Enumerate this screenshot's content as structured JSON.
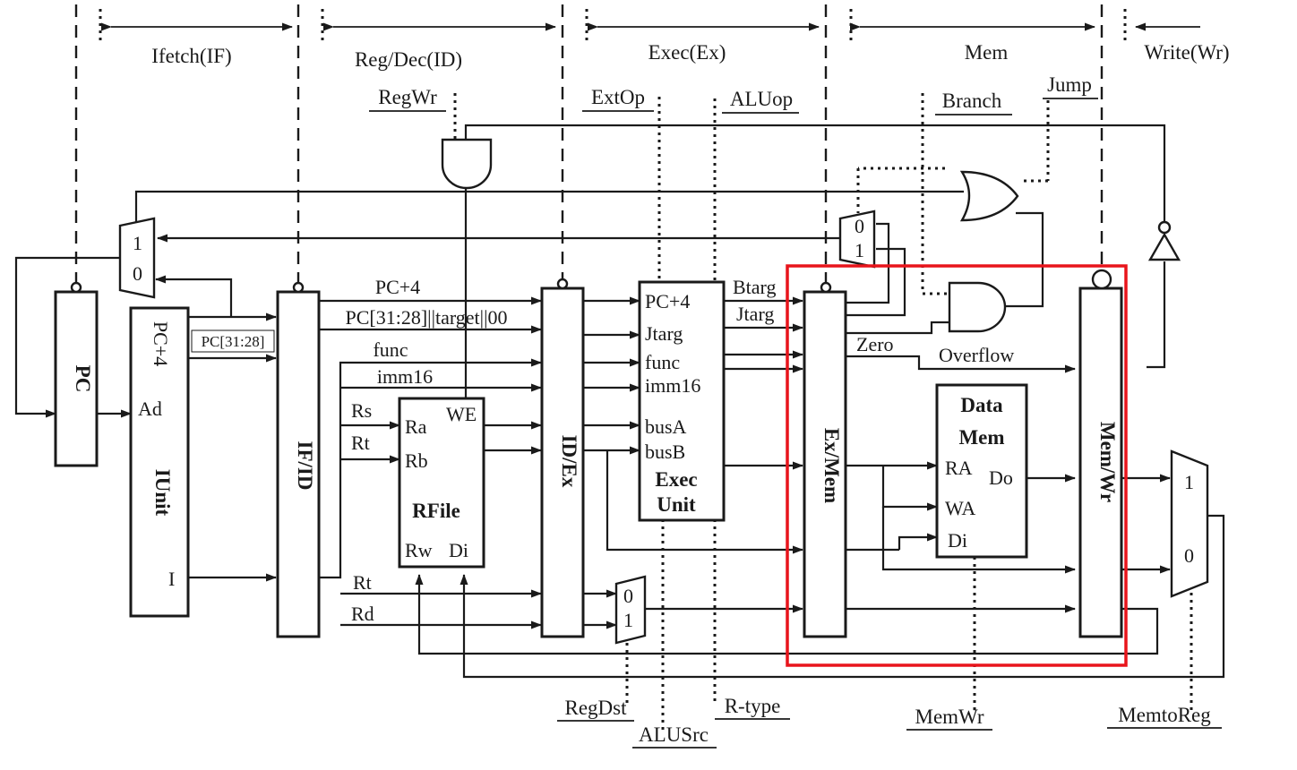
{
  "stages": [
    "Ifetch(IF)",
    "Reg/Dec(ID)",
    "Exec(Ex)",
    "Mem",
    "Write(Wr)"
  ],
  "control_signals": {
    "top": [
      "RegWr",
      "ExtOp",
      "ALUop",
      "Branch",
      "Jump"
    ],
    "bottom": [
      "RegDst",
      "ALUSrc",
      "R-type",
      "MemWr",
      "MemtoReg"
    ]
  },
  "pipeline_registers": [
    "PC",
    "IF/ID",
    "ID/Ex",
    "Ex/Mem",
    "Mem/Wr"
  ],
  "iunit": {
    "name": "IUnit",
    "ports": [
      "PC+4",
      "Ad",
      "I"
    ]
  },
  "rfile": {
    "name": "RFile",
    "ports": [
      "Ra",
      "Rb",
      "Rw",
      "Di",
      "WE"
    ]
  },
  "exec_unit": {
    "name_lines": [
      "Exec",
      "Unit"
    ],
    "ports": [
      "PC+4",
      "Jtarg",
      "func",
      "imm16",
      "busA",
      "busB"
    ]
  },
  "data_mem": {
    "name_lines": [
      "Data",
      "Mem"
    ],
    "ports": [
      "RA",
      "WA",
      "Di",
      "Do"
    ]
  },
  "signals": {
    "pc4": "PC+4",
    "pc_target": "PC[31:28]||target||00",
    "pc_hi": "PC[31:28]",
    "func": "func",
    "imm16": "imm16",
    "rs": "Rs",
    "rt": "Rt",
    "rt2": "Rt",
    "rd": "Rd",
    "btarg": "Btarg",
    "jtarg": "Jtarg",
    "zero": "Zero",
    "overflow": "Overflow"
  },
  "mux_labels": {
    "pc_mux": [
      "1",
      "0"
    ],
    "branch_mux": [
      "0",
      "1"
    ],
    "regdst_mux": [
      "0",
      "1"
    ],
    "memtoreg_mux": [
      "1",
      "0"
    ]
  },
  "highlight_color": "#e8141b"
}
